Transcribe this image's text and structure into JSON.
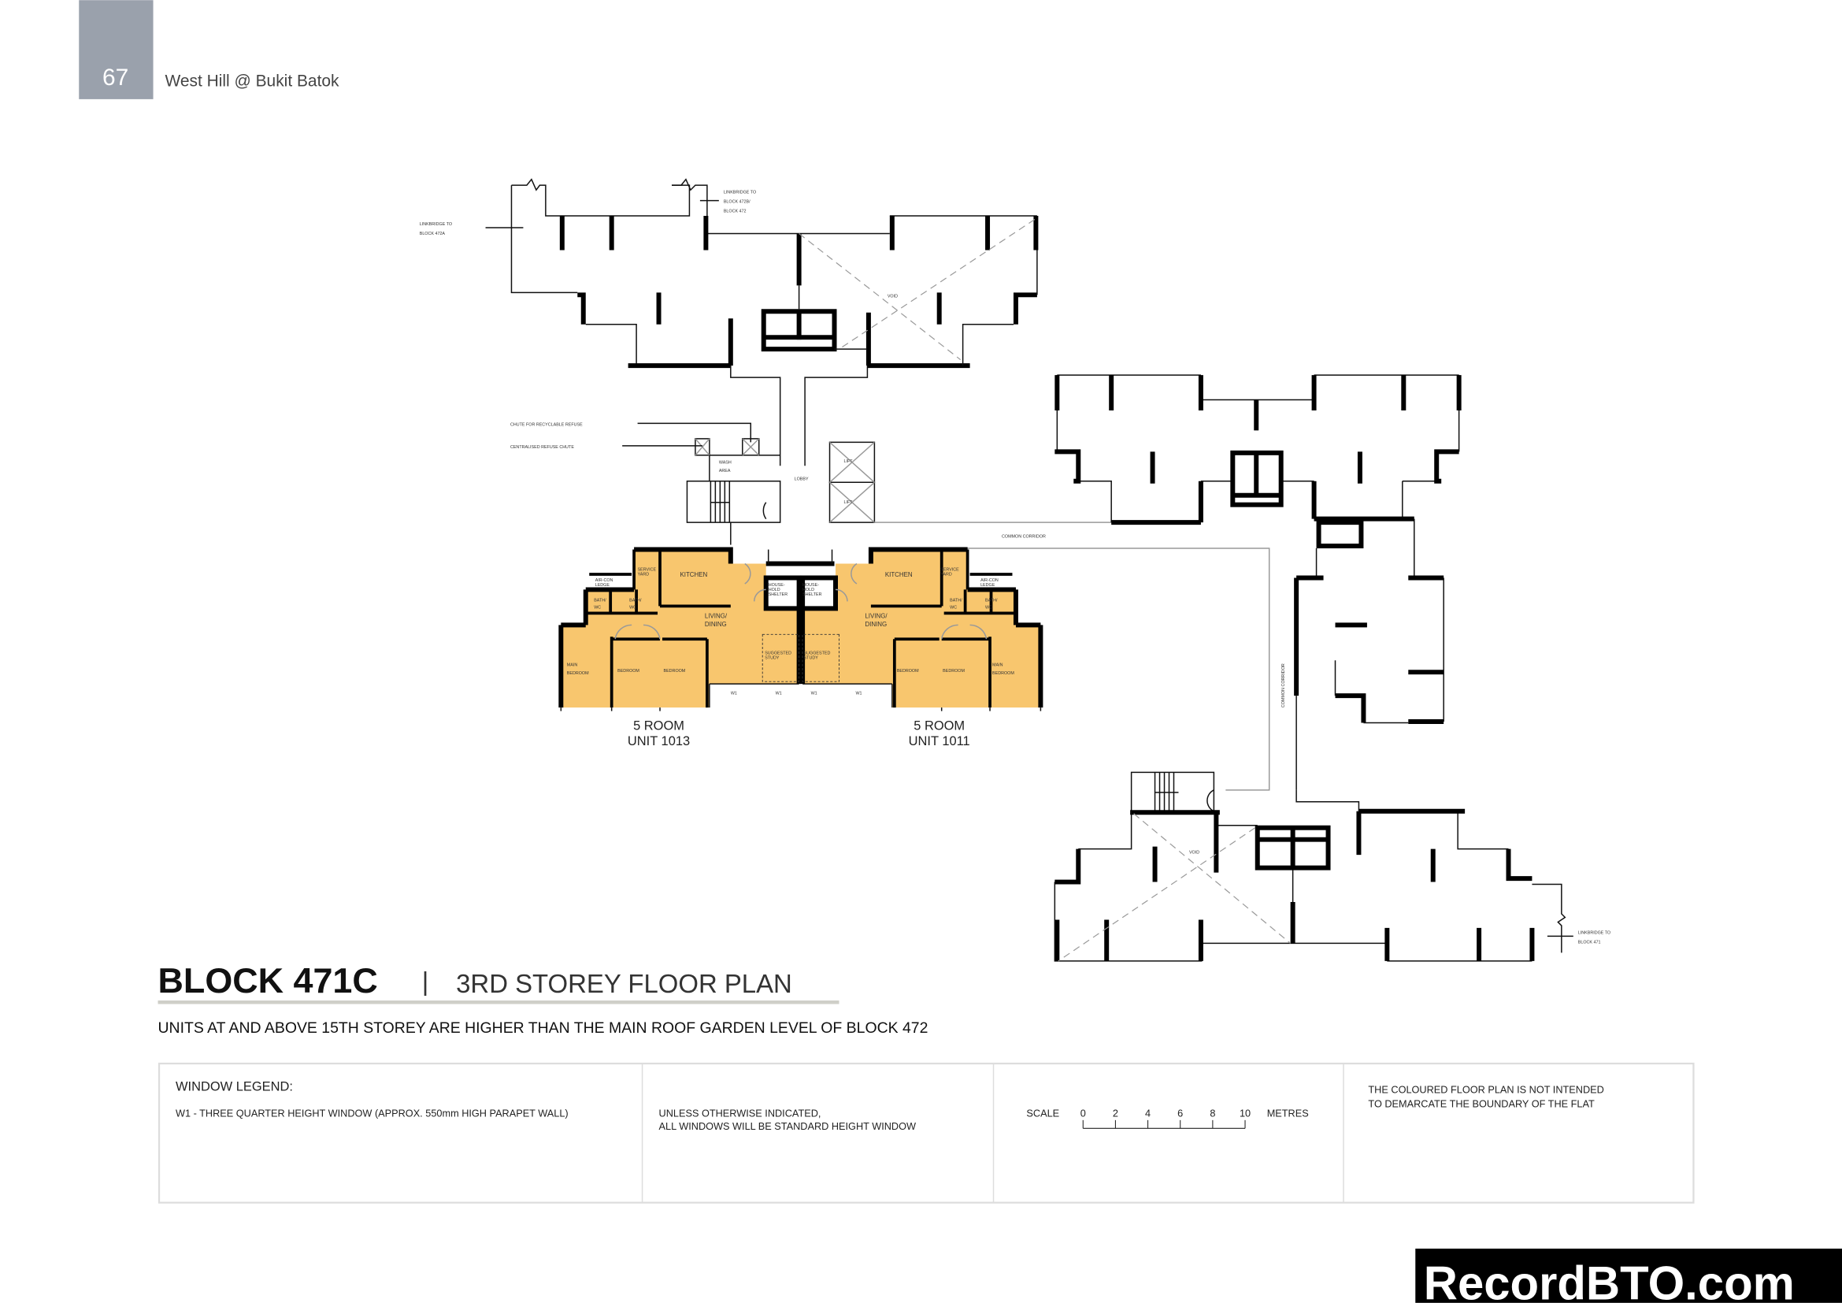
{
  "header": {
    "page_number": "67",
    "project_name": "West Hill @ Bukit Batok"
  },
  "title": {
    "block": "BLOCK 471C",
    "separator": "|",
    "plan": "3RD STOREY FLOOR PLAN"
  },
  "subtitle": "UNITS AT AND ABOVE 15TH STOREY ARE HIGHER THAN THE MAIN ROOF GARDEN LEVEL OF BLOCK 472",
  "plan_labels": {
    "linkbridge_472a": [
      "LINKBRIDGE TO",
      "BLOCK 472A"
    ],
    "linkbridge_472b": [
      "LINKBRIDGE TO",
      "BLOCK 472B/",
      "BLOCK 472"
    ],
    "linkbridge_471": [
      "LINKBRIDGE TO",
      "BLOCK 471"
    ],
    "void": "VOID",
    "chute_recyclable": "CHUTE FOR RECYCLABLE REFUSE",
    "centralised_chute": "CENTRALISED REFUSE CHUTE",
    "wash_area": [
      "WASH",
      "AREA"
    ],
    "lobby": "LOBBY",
    "lift": "LIFT",
    "common_corridor": "COMMON CORRIDOR"
  },
  "units": [
    {
      "type": "5 ROOM",
      "unit": "UNIT 1013"
    },
    {
      "type": "5 ROOM",
      "unit": "UNIT 1011"
    }
  ],
  "rooms": {
    "kitchen": "KITCHEN",
    "service_yard": [
      "SERVICE",
      "YARD"
    ],
    "aircon_ledge": [
      "AIR-CON",
      "LEDGE"
    ],
    "bath": [
      "BATH/",
      "WC"
    ],
    "living": [
      "LIVING/",
      "DINING"
    ],
    "shelter": [
      "HOUSE-",
      "HOLD",
      "SHELTER"
    ],
    "study": [
      "SUGGESTED",
      "STUDY"
    ],
    "main_bedroom": [
      "MAIN",
      "BEDROOM"
    ],
    "bedroom": "BEDROOM",
    "window": "W1"
  },
  "legend": {
    "window_heading": "WINDOW LEGEND:",
    "window_w1": "W1 - THREE QUARTER HEIGHT WINDOW (APPROX. 550mm HIGH PARAPET WALL)",
    "standard_note": [
      "UNLESS OTHERWISE INDICATED,",
      "ALL WINDOWS WILL BE STANDARD HEIGHT WINDOW"
    ],
    "scale_label": "SCALE",
    "scale_ticks": [
      "0",
      "2",
      "4",
      "6",
      "8",
      "10"
    ],
    "scale_unit": "METRES",
    "disclaimer": [
      "THE COLOURED FLOOR PLAN IS NOT INTENDED",
      "TO DEMARCATE THE BOUNDARY OF THE FLAT"
    ]
  },
  "watermark": "RecordBTO.com",
  "colors": {
    "unit_fill": "#F8C66E",
    "page_tab": "#9AA1AC"
  }
}
